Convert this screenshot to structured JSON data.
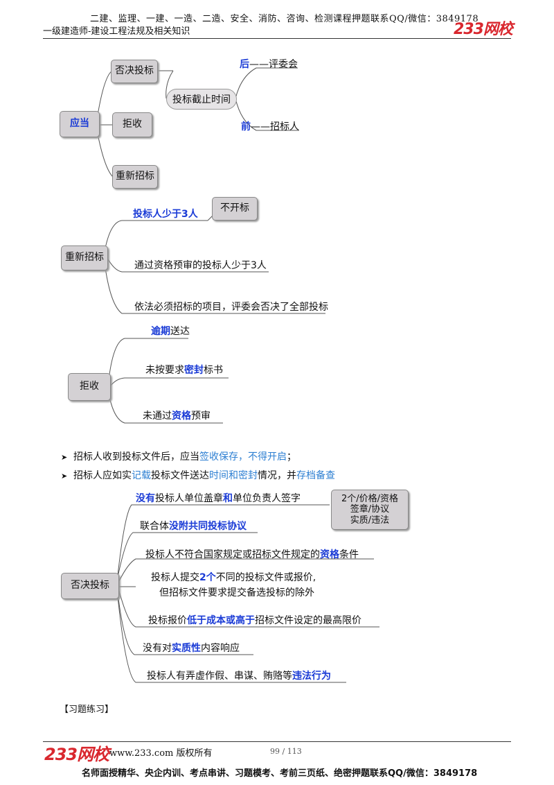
{
  "header": {
    "top_line": "二建、监理、一建、一造、二造、安全、消防、咨询、检测课程押题联系QQ/微信：3849178",
    "subtitle": "一级建造师-建设工程法规及相关知识",
    "logo": "233网校"
  },
  "map1": {
    "center": "应当",
    "b1": "否决投标",
    "b2": "拒收",
    "b3": "重新招标",
    "deadline": "投标截止时间",
    "after_key": "后",
    "after_rest": "——评委会",
    "before_key": "前",
    "before_rest": "——招标人"
  },
  "map2": {
    "center": "重新招标",
    "i1": "投标人少于3人",
    "i1_box": "不开标",
    "i2": "通过资格预审的投标人少于3人",
    "i3": "依法必须招标的项目，评委会否决了全部投标"
  },
  "map3": {
    "center": "拒收",
    "i1_key": "逾期",
    "i1_rest": "送达",
    "i2_pre": "未按要求",
    "i2_key": "密封",
    "i2_rest": "标书",
    "i3_pre": "未通过",
    "i3_key": "资格",
    "i3_rest": "预审"
  },
  "bullets": {
    "b1_pre": "招标人收到投标文件后，应当",
    "b1_hl": "签收保存，不得开启",
    "b1_post": "；",
    "b2_pre": "招标人应如实",
    "b2_hl1": "记载",
    "b2_mid1": "投标文件送达",
    "b2_hl2": "时间和密封",
    "b2_mid2": "情况，并",
    "b2_hl3": "存档备查"
  },
  "map4": {
    "center": "否决投标",
    "i1_k1": "没有",
    "i1_t1": "投标人单位盖章",
    "i1_k2": "和",
    "i1_t2": "单位负责人签字",
    "side_l1": "2个/价格/资格",
    "side_l2": "签章/协议",
    "side_l3": "实质/违法",
    "i2_pre": "联合体",
    "i2_key": "没附共同投标协议",
    "i3_pre": "投标人不符合国家规定或招标文件规定的",
    "i3_key": "资格",
    "i3_rest": "条件",
    "i4_pre": "投标人提交",
    "i4_key": "2个",
    "i4_rest": "不同的投标文件或报价,",
    "i4_line2": "但招标文件要求提交备选投标的除外",
    "i5_pre": "投标报价",
    "i5_key": "低于成本或高于",
    "i5_rest": "招标文件设定的最高限价",
    "i6_pre": "没有对",
    "i6_key": "实质性",
    "i6_rest": "内容响应",
    "i7_pre": "投标人有弄虚作假、串谋、贿赂等",
    "i7_key": "违法行为"
  },
  "exercise": "【习题练习】",
  "footer": {
    "logo": "233网校",
    "url": "www.233.com 版权所有",
    "page": "99 / 113",
    "bottom": "名师面授精华、央企内训、考点串讲、习题模考、考前三页纸、绝密押题联系QQ/微信：3849178"
  },
  "colors": {
    "key_blue": "#1a3bd6",
    "highlight_blue": "#2d7fd2",
    "box_grey": "#d4d1d4",
    "logo_red": "#d9272e"
  }
}
